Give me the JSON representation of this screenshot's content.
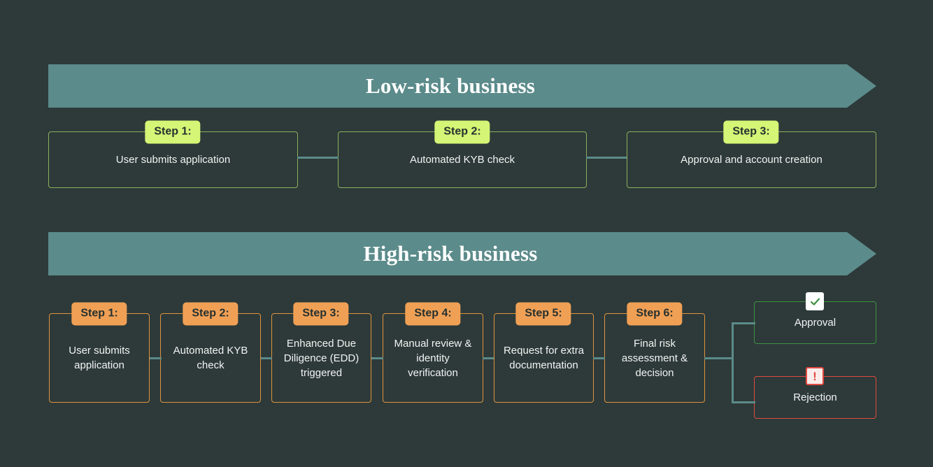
{
  "theme": {
    "background": "#2d3a39",
    "banner_fill": "#5b8b8a",
    "connector": "#5b8b8a",
    "low_accent": "#d4f575",
    "low_border": "#8fae5f",
    "high_accent": "#f0a055",
    "high_border": "#e0933f",
    "approve": "#3e9141",
    "reject": "#e04a41",
    "text": "#f2f4f3"
  },
  "sections": [
    {
      "id": "low-risk",
      "banner_title": "Low-risk business",
      "steps": [
        {
          "badge": "Step 1:",
          "text": "User submits application"
        },
        {
          "badge": "Step 2:",
          "text": "Automated KYB check"
        },
        {
          "badge": "Step 3:",
          "text": "Approval and account creation"
        }
      ]
    },
    {
      "id": "high-risk",
      "banner_title": "High-risk business",
      "steps": [
        {
          "badge": "Step 1:",
          "text": "User submits application"
        },
        {
          "badge": "Step 2:",
          "text": "Automated KYB check"
        },
        {
          "badge": "Step 3:",
          "text": "Enhanced Due Diligence (EDD) triggered"
        },
        {
          "badge": "Step 4:",
          "text": "Manual review & identity verification"
        },
        {
          "badge": "Step 5:",
          "text": "Request for extra documentation"
        },
        {
          "badge": "Step 6:",
          "text": "Final risk assessment & decision"
        }
      ],
      "outcomes": [
        {
          "icon": "check-icon",
          "glyph": "",
          "text": "Approval"
        },
        {
          "icon": "exclamation-icon",
          "glyph": "!",
          "text": "Rejection"
        }
      ]
    }
  ]
}
